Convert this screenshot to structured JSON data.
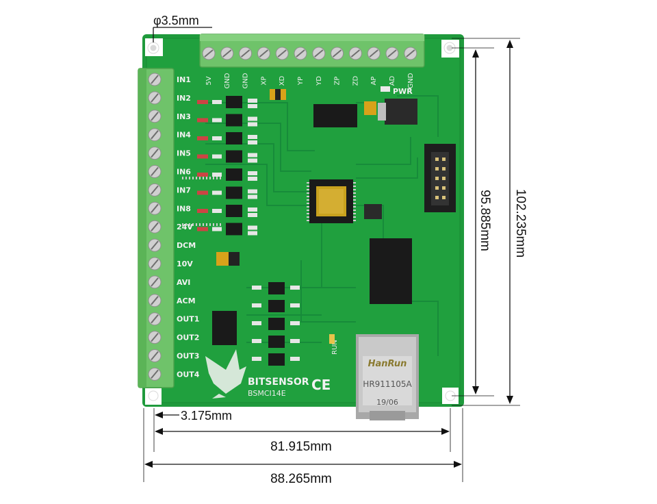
{
  "dimensions": {
    "hole_diameter": "φ3.5mm",
    "hole_offset": "3.175mm",
    "inner_width": "81.915mm",
    "outer_width": "88.265mm",
    "inner_height": "95.885mm",
    "outer_height": "102.235mm"
  },
  "board": {
    "brand": "BITSENSOR",
    "model": "BSMCI14E",
    "ce_mark": "CE",
    "pwr_label": "PWR",
    "run_label": "RUN",
    "jack_brand": "HanRun",
    "jack_part": "HR911105A",
    "jack_date": "19/06",
    "top_terminals": [
      "5V",
      "GND",
      "GND",
      "XP",
      "XD",
      "YP",
      "YD",
      "ZP",
      "ZD",
      "AP",
      "AD",
      "GND"
    ],
    "left_terminals": [
      "IN1",
      "IN2",
      "IN3",
      "IN4",
      "IN5",
      "IN6",
      "IN7",
      "IN8",
      "24V",
      "DCM",
      "10V",
      "AVI",
      "ACM",
      "OUT1",
      "OUT2",
      "OUT3",
      "OUT4"
    ]
  },
  "colors": {
    "pcb": "#1f9a3c",
    "pcb_dark": "#168230",
    "terminal": "#6fc36a",
    "terminal_dark": "#4ea24c",
    "chip": "#1a1a1a",
    "gold": "#c9a21e"
  }
}
